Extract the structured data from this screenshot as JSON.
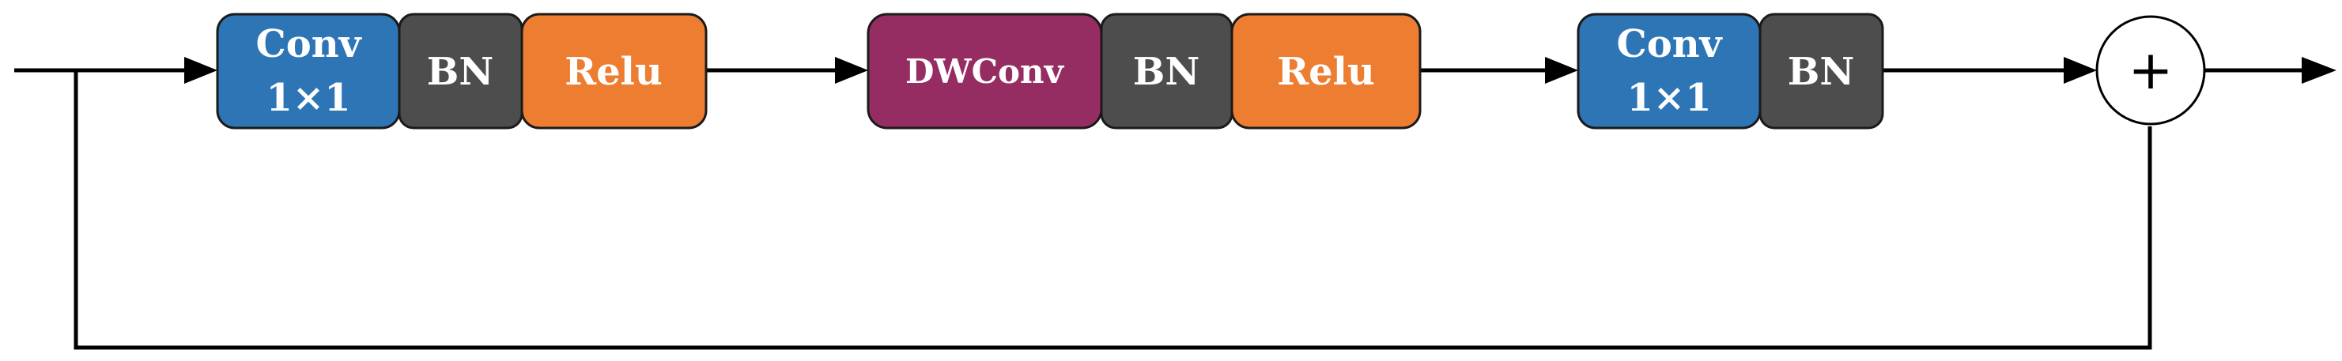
{
  "diagram": {
    "blocks": [
      {
        "id": "conv1",
        "line1": "Conv",
        "line2": "1×1",
        "color": "#2E75B6"
      },
      {
        "id": "bn1",
        "line1": "BN",
        "color": "#4D4D4D"
      },
      {
        "id": "relu1",
        "line1": "Relu",
        "color": "#ED7D31"
      },
      {
        "id": "dwconv",
        "line1": "DWConv",
        "color": "#962D62"
      },
      {
        "id": "bn2",
        "line1": "BN",
        "color": "#4D4D4D"
      },
      {
        "id": "relu2",
        "line1": "Relu",
        "color": "#ED7D31"
      },
      {
        "id": "conv2",
        "line1": "Conv",
        "line2": "1×1",
        "color": "#2E75B6"
      },
      {
        "id": "bn3",
        "line1": "BN",
        "color": "#4D4D4D"
      }
    ],
    "sum_symbol": "+",
    "line_color": "#000000"
  }
}
